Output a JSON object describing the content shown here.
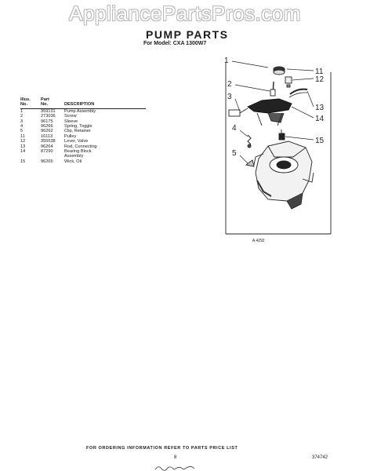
{
  "watermark": "AppliancePartsPros.com",
  "title": "PUMP PARTS",
  "model": "For Model: CXA 1300W7",
  "table": {
    "headers": {
      "no_line1": "Illus.",
      "no_line2": "No.",
      "part_line1": "Part",
      "part_line2": "No.",
      "description": "DESCRIPTION"
    },
    "rows": [
      {
        "no": "1",
        "part": "359131",
        "desc": "Pump Assembly"
      },
      {
        "no": "2",
        "part": "273036",
        "desc": "Screw"
      },
      {
        "no": "3",
        "part": "96175",
        "desc": "Sleeve"
      },
      {
        "no": "4",
        "part": "96266",
        "desc": "Spring, Toggle"
      },
      {
        "no": "5",
        "part": "96262",
        "desc": "Clip, Retainer"
      },
      {
        "no": "11",
        "part": "16113",
        "desc": "Pulley"
      },
      {
        "no": "12",
        "part": "355538",
        "desc": "Lever, Valve"
      },
      {
        "no": "13",
        "part": "96264",
        "desc": "Rod, Connecting"
      },
      {
        "no": "14",
        "part": "87290",
        "desc": "Bearing Block"
      },
      {
        "no": "",
        "part": "",
        "desc": "Assembly"
      },
      {
        "no": "15",
        "part": "96265",
        "desc": "Wick, Oil"
      }
    ]
  },
  "diagram": {
    "callouts": [
      "1",
      "2",
      "3",
      "4",
      "5",
      "11",
      "12",
      "13",
      "14",
      "15"
    ],
    "code": "A 4292"
  },
  "footer": "FOR ORDERING INFORMATION REFER TO PARTS PRICE LIST",
  "page_no": "8",
  "doc_no": "374742"
}
